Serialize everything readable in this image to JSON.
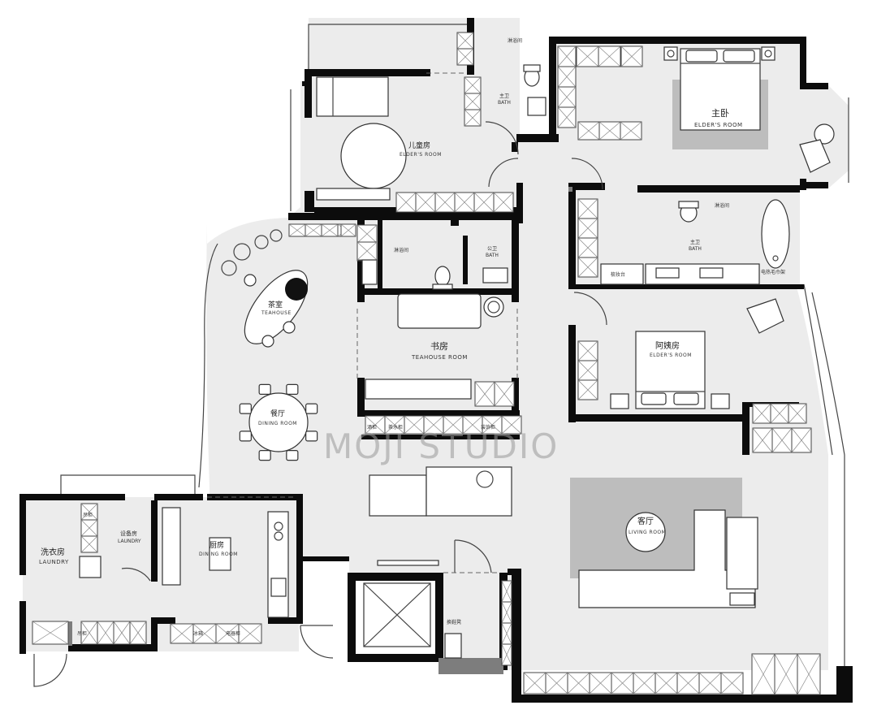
{
  "watermark": "MOJI STUDIO",
  "rooms": {
    "master": {
      "cn": "主卧",
      "en": "ELDER'S ROOM"
    },
    "kids": {
      "cn": "儿童房",
      "en": "ELDER'S ROOM"
    },
    "master_bath": {
      "cn": "主卫",
      "en": "BATH"
    },
    "shower": {
      "cn": "淋浴间"
    },
    "public_bath": {
      "cn": "公卫",
      "en": "BATH"
    },
    "guest_bath": {
      "cn": "主卫",
      "en": "BATH"
    },
    "guest_shower": {
      "cn": "淋浴间"
    },
    "tea": {
      "cn": "茶室",
      "en": "TEAHOUSE"
    },
    "study": {
      "cn": "书房",
      "en": "TEAHOUSE ROOM"
    },
    "nanny": {
      "cn": "阿姨房",
      "en": "ELDER'S ROOM"
    },
    "dining": {
      "cn": "餐厅",
      "en": "DINING ROOM"
    },
    "living": {
      "cn": "客厅",
      "en": "LIVING ROOM"
    },
    "kitchen": {
      "cn": "厨房",
      "en": "DINING ROOM"
    },
    "laundry": {
      "cn": "洗衣房",
      "en": "LAUNDRY"
    },
    "equipment": {
      "cn": "设备房",
      "en": "LAUNDRY"
    }
  },
  "small_labels": {
    "vanity": "梳妆台",
    "towel_rack": "电热毛巾架",
    "shoe_cabinet": "换鞋凳",
    "washer": "洗衣机\n烘干机",
    "laundry_cab": "吊柜",
    "kitchen_cab": "吊柜",
    "fridge": "冰箱",
    "appliance": "电器柜",
    "cab1": "酒柜",
    "cab2": "茶水柜",
    "cab3": "装饰柜"
  }
}
